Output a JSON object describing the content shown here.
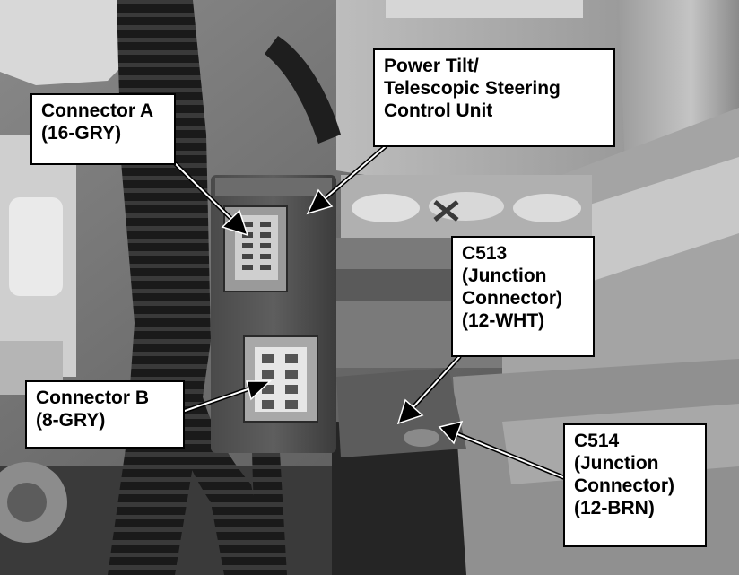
{
  "callouts": {
    "connector_a": [
      "Connector A",
      "(16-GRY)"
    ],
    "control_unit": [
      "Power Tilt/",
      "Telescopic Steering",
      "Control Unit"
    ],
    "connector_b": [
      "Connector B",
      "(8-GRY)"
    ],
    "c513": [
      "C513",
      "(Junction",
      "Connector)",
      "(12-WHT)"
    ],
    "c514": [
      "C514",
      "(Junction",
      "Connector)",
      "(12-BRN)"
    ]
  },
  "colors": {
    "label_background": "#ffffff",
    "label_border": "#000000",
    "arrow": "#000000"
  }
}
